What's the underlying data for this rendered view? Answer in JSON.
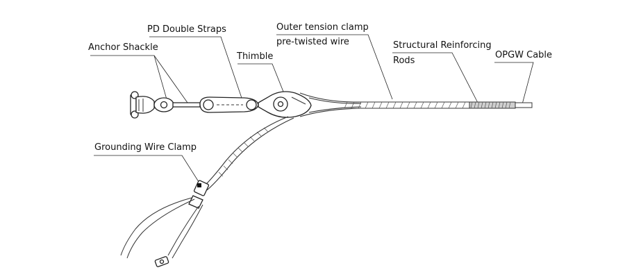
{
  "labels": {
    "anchor_shackle": "Anchor Shackle",
    "pd_double_straps": "PD Double Straps",
    "thimble": "Thimble",
    "outer_tension_clamp_line1": "Outer tension clamp",
    "outer_tension_clamp_line2": "pre-twisted wire",
    "structural_reinforcing_rods_line1": "Structural Reinforcing",
    "structural_reinforcing_rods_line2": "Rods",
    "opgw_cable": "OPGW Cable",
    "grounding_wire_clamp": "Grounding Wire Clamp"
  }
}
